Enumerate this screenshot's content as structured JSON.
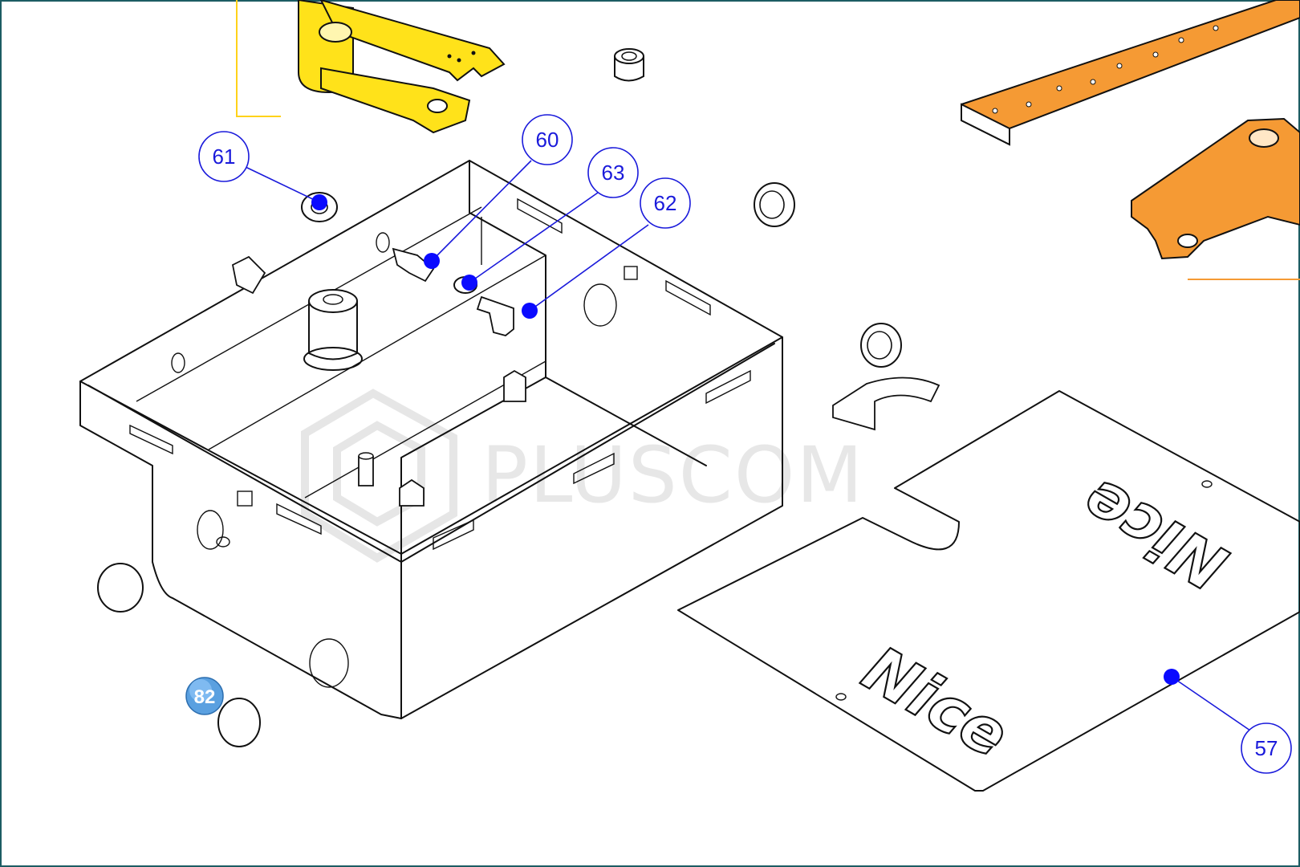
{
  "watermark": {
    "text": "PLUSCOM"
  },
  "logos": {
    "brand": "Nice"
  },
  "colors": {
    "callout": "#1a1adb",
    "dot": "#0a0aff",
    "yellow_part": "#ffe21a",
    "orange_part": "#f59a34",
    "frame": "#1d5c63"
  },
  "callouts": [
    {
      "id": "c61",
      "label": "61"
    },
    {
      "id": "c60",
      "label": "60"
    },
    {
      "id": "c63",
      "label": "63"
    },
    {
      "id": "c62",
      "label": "62"
    },
    {
      "id": "c57",
      "label": "57"
    },
    {
      "id": "c82",
      "label": "82"
    }
  ]
}
